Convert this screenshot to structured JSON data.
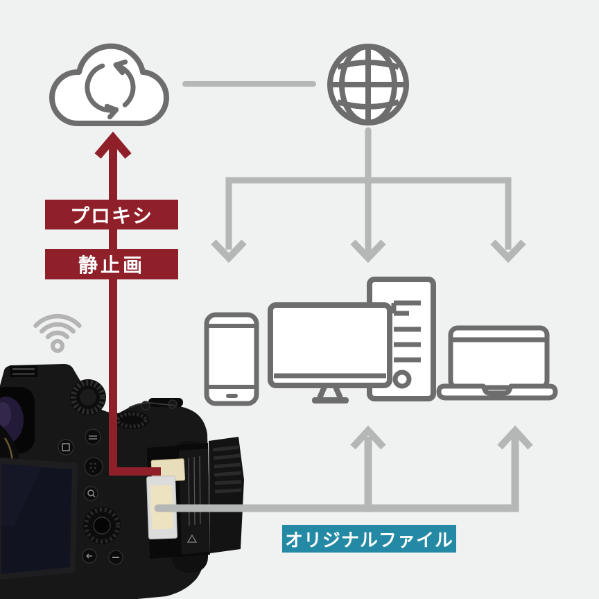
{
  "page": {
    "background": "#f0f1f1",
    "description_labels_only": true
  },
  "colors": {
    "icon_stroke": "#6d6d6d",
    "connector_gray": "#b5b6b6",
    "flow_red": "#8f202a",
    "label_teal": "#2489a4",
    "label_text": "#ffffff",
    "sd_card_beige": "#e9debc"
  },
  "labels": {
    "proxy": "プロキシ",
    "still_image": "静止画",
    "original_file": "オリジナルファイル"
  },
  "icons": {
    "cloud_sync": "cloud-sync-icon",
    "globe": "globe-icon",
    "wifi": "wifi-icon",
    "smartphone": "smartphone-icon",
    "monitor": "desktop-monitor-icon",
    "tower": "pc-tower-icon",
    "laptop": "laptop-icon",
    "camera": "camera-photo",
    "sd_top": "sd-card-top",
    "sd_bottom": "sd-card-bottom"
  }
}
